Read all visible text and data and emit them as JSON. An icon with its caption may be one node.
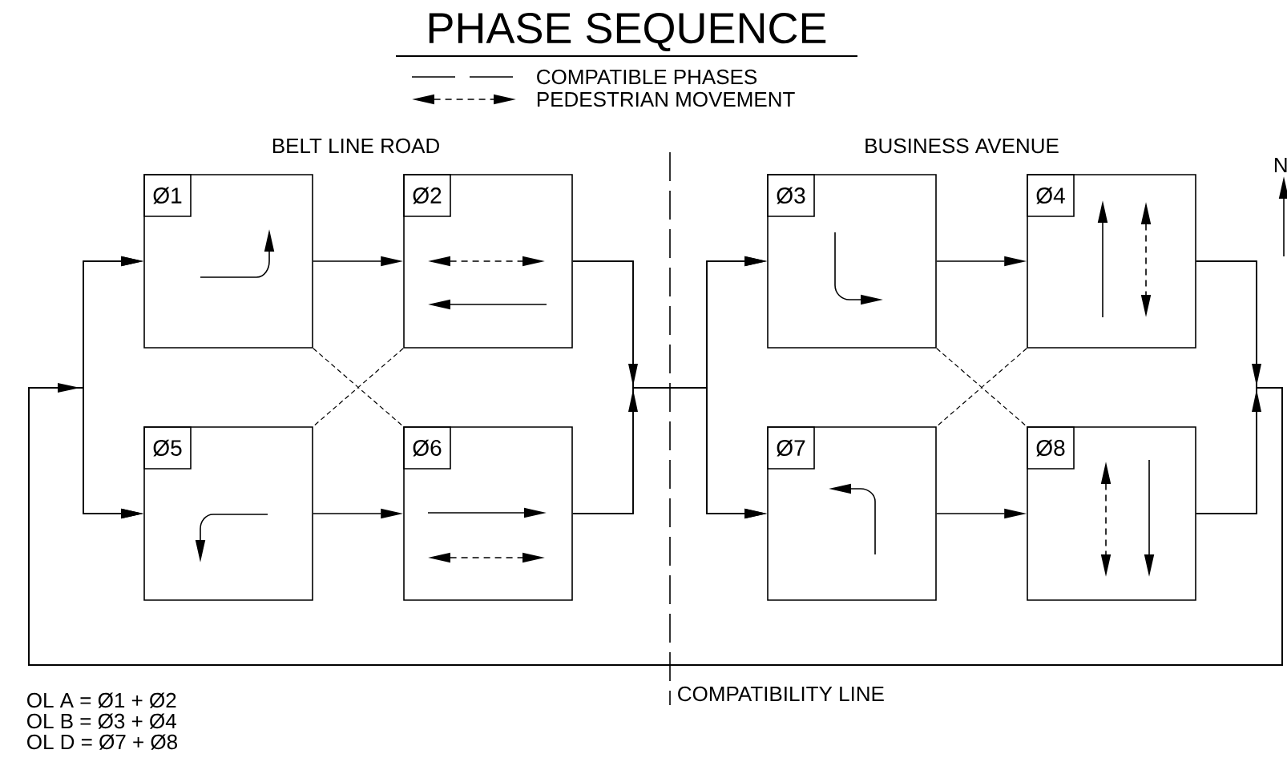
{
  "diagram": {
    "title": "PHASE SEQUENCE",
    "nodes": [
      {
        "text": [
          "Ø1"
        ]
      },
      {
        "text": [
          "Ø2"
        ]
      },
      {
        "text": [
          "Ø3"
        ]
      },
      {
        "text": [
          "Ø4"
        ]
      },
      {
        "text": [
          "Ø5"
        ]
      },
      {
        "text": [
          "Ø6"
        ]
      },
      {
        "text": [
          "Ø7"
        ]
      },
      {
        "text": [
          "Ø8"
        ]
      }
    ],
    "edges": [
      {
        "from": 0,
        "to": 1,
        "arrow": "to"
      },
      {
        "from": 4,
        "to": 5,
        "arrow": "to"
      },
      {
        "from": 2,
        "to": 3,
        "arrow": "to"
      },
      {
        "from": 6,
        "to": 7,
        "arrow": "to"
      },
      {
        "from": 1,
        "to": 2,
        "arrow": "to"
      },
      {
        "from": 1,
        "to": 6,
        "arrow": "to"
      },
      {
        "from": 5,
        "to": 2,
        "arrow": "to"
      },
      {
        "from": 5,
        "to": 6,
        "arrow": "to"
      },
      {
        "from": 3,
        "to": 0,
        "arrow": "to"
      },
      {
        "from": 3,
        "to": 4,
        "arrow": "to"
      },
      {
        "from": 7,
        "to": 0,
        "arrow": "to"
      },
      {
        "from": 7,
        "to": 4,
        "arrow": "to"
      },
      {
        "from": 0,
        "to": 5,
        "arrow": "none",
        "style": "dashed"
      },
      {
        "from": 1,
        "to": 4,
        "arrow": "none",
        "style": "dashed"
      },
      {
        "from": 2,
        "to": 7,
        "arrow": "none",
        "style": "dashed"
      },
      {
        "from": 3,
        "to": 6,
        "arrow": "none",
        "style": "dashed"
      }
    ],
    "labels": [
      "BELT LINE ROAD",
      "BUSINESS AVENUE",
      "N",
      "COMPATIBILITY LINE",
      "OL A = Ø1 + Ø2",
      "OL B = Ø3 + Ø4",
      "OL D = Ø7 + Ø8"
    ],
    "legend": [
      {
        "text": "COMPATIBLE PHASES"
      },
      {
        "text": "PEDESTRIAN MOVEMENT"
      }
    ]
  }
}
